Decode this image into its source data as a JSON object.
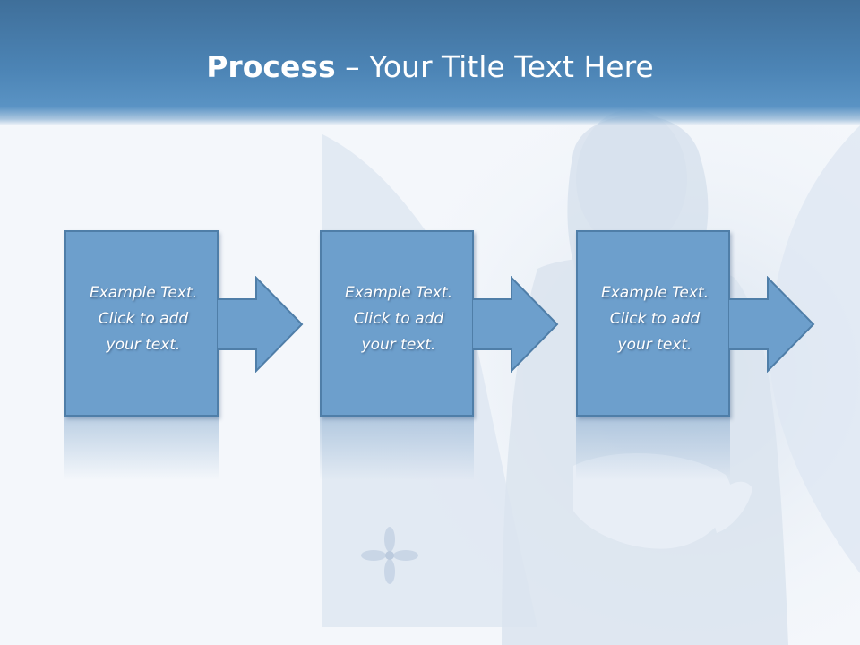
{
  "slide": {
    "title_bold": "Process",
    "title_rest": " – Your Title Text Here"
  },
  "steps": [
    {
      "line1": "Example Text.",
      "line2": "Click  to add",
      "line3": "your text."
    },
    {
      "line1": "Example Text.",
      "line2": "Click  to add",
      "line3": "your text."
    },
    {
      "line1": "Example Text.",
      "line2": "Click  to add",
      "line3": "your text."
    }
  ],
  "colors": {
    "header": "#4c84b5",
    "box_fill": "#6d9fcc",
    "box_border": "#4f7ea8",
    "text": "#ffffff"
  }
}
